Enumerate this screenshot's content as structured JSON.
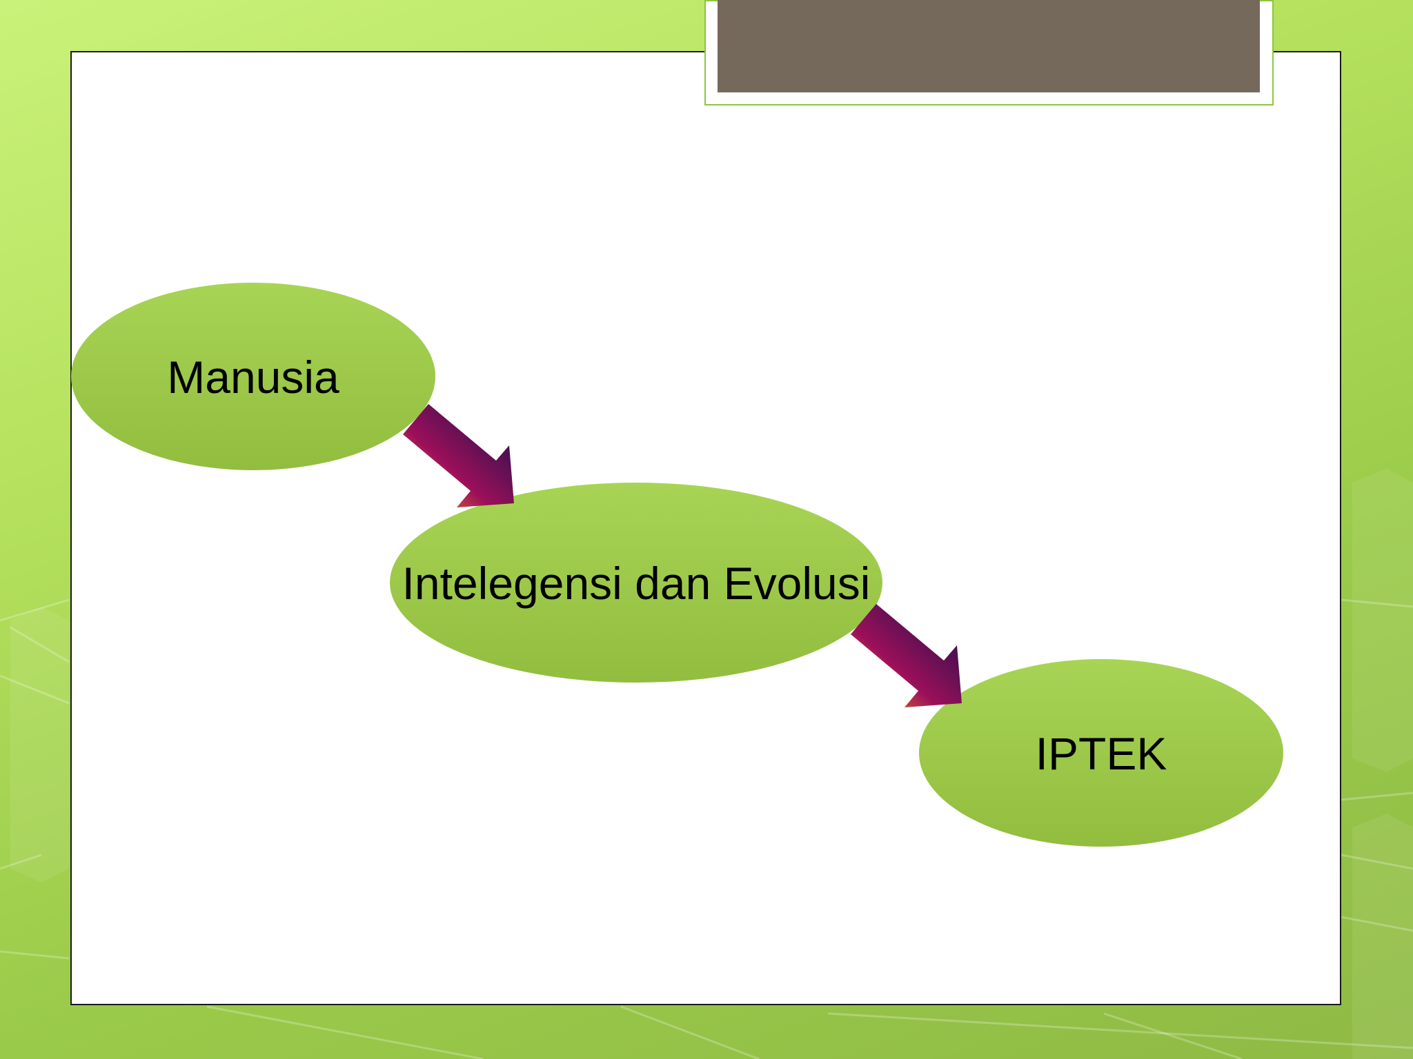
{
  "slide": {
    "title": ""
  },
  "diagram": {
    "nodes": [
      {
        "id": "manusia",
        "label": "Manusia"
      },
      {
        "id": "intelegensi",
        "label": "Intelegensi dan Evolusi"
      },
      {
        "id": "iptek",
        "label": "IPTEK"
      }
    ],
    "edges": [
      {
        "from": "manusia",
        "to": "intelegensi"
      },
      {
        "from": "intelegensi",
        "to": "iptek"
      }
    ]
  },
  "colors": {
    "node_fill": "#a2cd4c",
    "arrow_start": "#f7941d",
    "arrow_mid": "#9b0f5a",
    "arrow_end": "#12124a",
    "title_tab_fill": "#75695b",
    "accent_green": "#8cc63f"
  }
}
